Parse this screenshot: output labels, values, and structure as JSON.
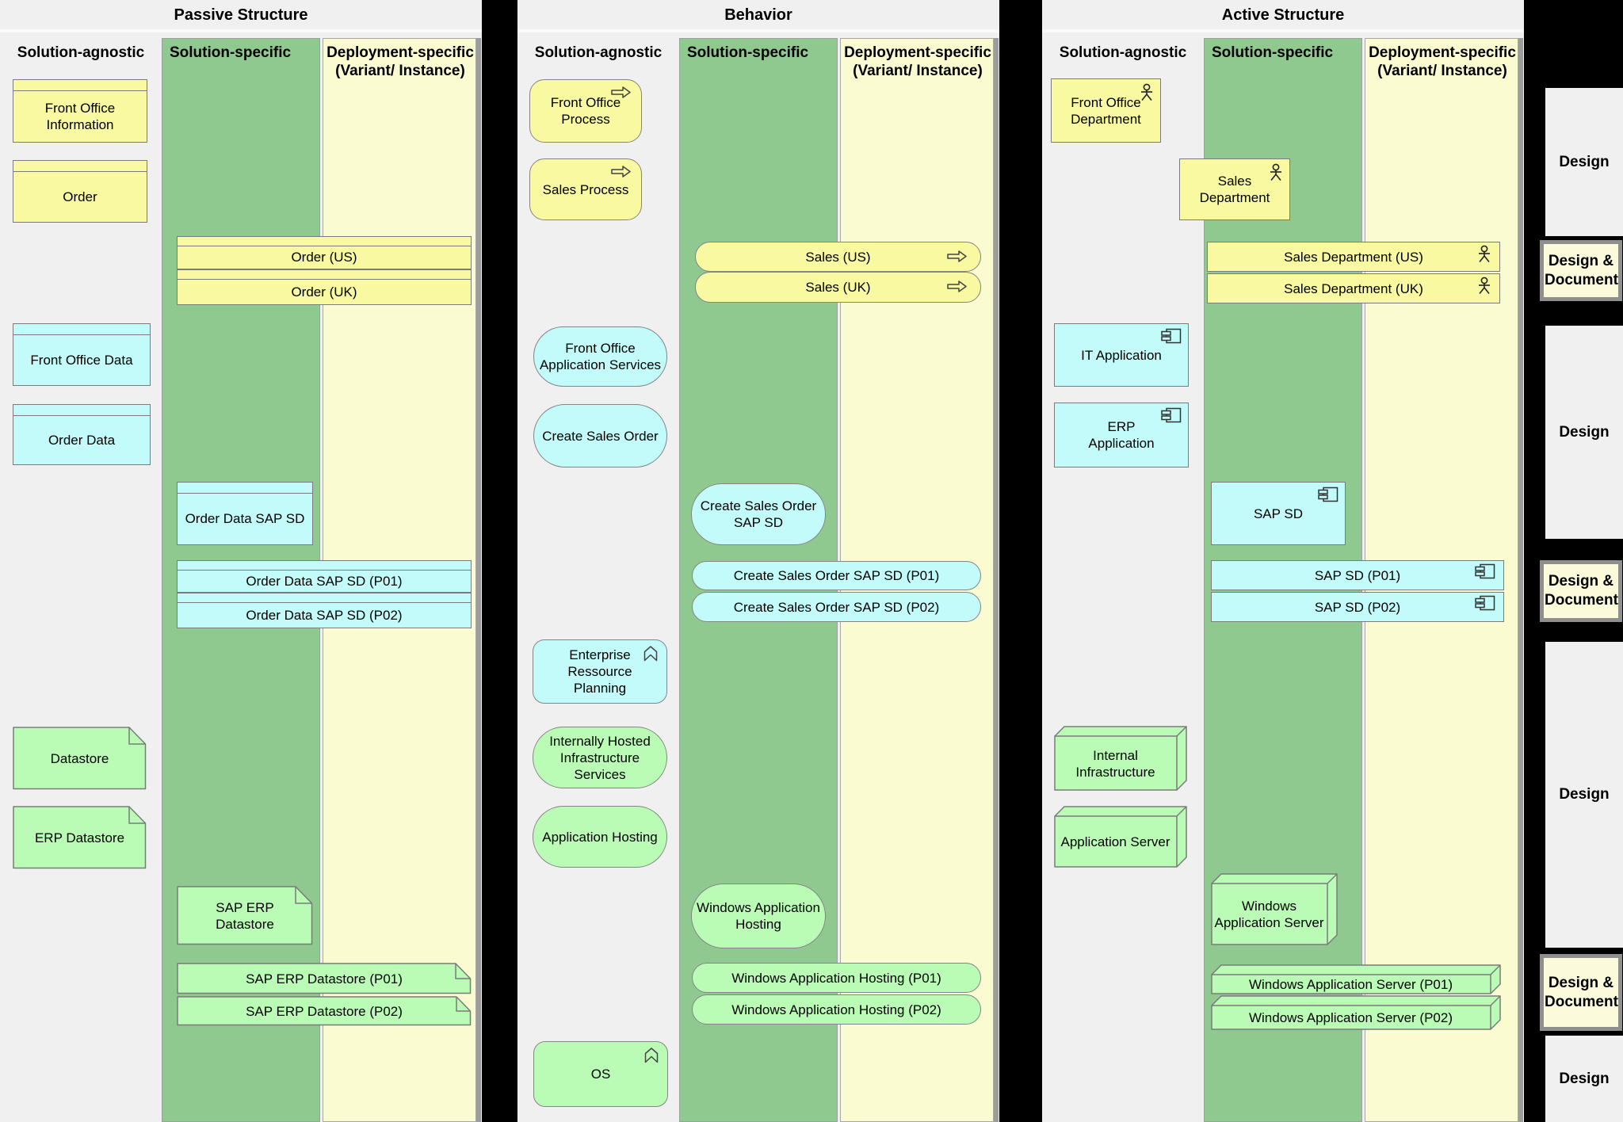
{
  "column_headers": {
    "agnostic": "Solution-agnostic",
    "specific": "Solution-specific",
    "deployment": "Deployment-specific",
    "deployment_variant": "(Variant/ Instance)"
  },
  "panels": [
    {
      "title": "Passive Structure",
      "elements": {
        "front_office_information": "Front Office Information",
        "order": "Order",
        "order_us": "Order (US)",
        "order_uk": "Order (UK)",
        "front_office_data": "Front Office Data",
        "order_data": "Order Data",
        "order_data_sap_sd": "Order Data SAP SD",
        "order_data_sap_sd_p01": "Order Data SAP SD (P01)",
        "order_data_sap_sd_p02": "Order Data SAP SD (P02)",
        "datastore": "Datastore",
        "erp_datastore": "ERP Datastore",
        "sap_erp_datastore": "SAP ERP Datastore",
        "sap_erp_datastore_p01": "SAP ERP Datastore (P01)",
        "sap_erp_datastore_p02": "SAP ERP Datastore (P02)"
      }
    },
    {
      "title": "Behavior",
      "elements": {
        "front_office_process": "Front Office Process",
        "sales_process": "Sales Process",
        "sales_us": "Sales (US)",
        "sales_uk": "Sales (UK)",
        "front_office_application_services": "Front Office Application Services",
        "create_sales_order": "Create Sales Order",
        "create_sales_order_sap_sd": "Create Sales Order SAP SD",
        "create_sales_order_sap_sd_p01": "Create Sales Order SAP SD (P01)",
        "create_sales_order_sap_sd_p02": "Create Sales Order SAP SD (P02)",
        "enterprise_ressource_planning": "Enterprise Ressource Planning",
        "internally_hosted_infrastructure_services": "Internally Hosted Infrastructure Services",
        "application_hosting": "Application Hosting",
        "windows_application_hosting": "Windows Application Hosting",
        "windows_application_hosting_p01": "Windows Application Hosting (P01)",
        "windows_application_hosting_p02": "Windows Application Hosting (P02)",
        "os": "OS"
      }
    },
    {
      "title": "Active Structure",
      "elements": {
        "front_office_department": "Front Office Department",
        "sales_department": "Sales Department",
        "sales_department_us": "Sales Department (US)",
        "sales_department_uk": "Sales Department (UK)",
        "it_application": "IT Application",
        "erp_application": "ERP Application",
        "sap_sd": "SAP SD",
        "sap_sd_p01": "SAP SD (P01)",
        "sap_sd_p02": "SAP SD (P02)",
        "internal_infrastructure": "Internal Infrastructure",
        "application_server": "Application Server",
        "windows_application_server": "Windows Application Server",
        "windows_application_server_p01": "Windows Application Server (P01)",
        "windows_application_server_p02": "Windows Application Server (P02)"
      }
    }
  ],
  "sidebar": {
    "design": "Design",
    "design_and_document": "Design & Document"
  },
  "colors": {
    "element_yellow": "#f9f9a1",
    "element_cyan": "#c2fbfa",
    "element_green": "#bafcb6",
    "column_green": "#90c990",
    "column_yellow": "#fbfbd2",
    "panel_gray": "#f0f0f0",
    "sidebar_note_yellow": "#fbfbdc",
    "background_black": "#000000",
    "border_gray": "#7b7b7b"
  }
}
